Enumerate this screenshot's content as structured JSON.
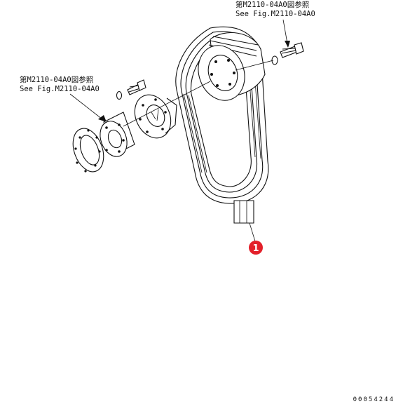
{
  "references": {
    "top_right": {
      "line1": "第M2110-04A0図参照",
      "line2": "See Fig.M2110-04A0"
    },
    "left": {
      "line1": "第M2110-04A0図参照",
      "line2": "See Fig.M2110-04A0"
    }
  },
  "callouts": [
    {
      "number": "1",
      "color": "#e3202a"
    }
  ],
  "drawing_number": "00054244"
}
